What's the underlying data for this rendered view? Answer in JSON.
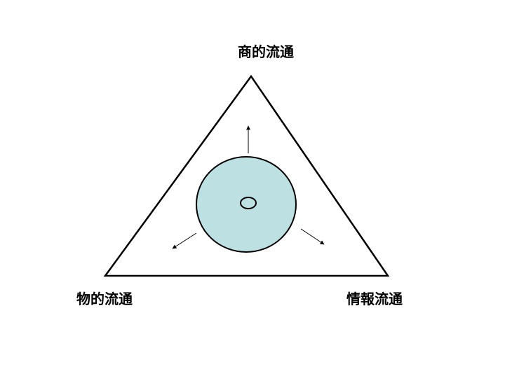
{
  "labels": {
    "top": "商的流通",
    "bottom_left": "物的流通",
    "bottom_right": "情報流通"
  },
  "colors": {
    "stroke": "#000000",
    "circle_fill": "#bde0e3",
    "background": "#ffffff"
  }
}
